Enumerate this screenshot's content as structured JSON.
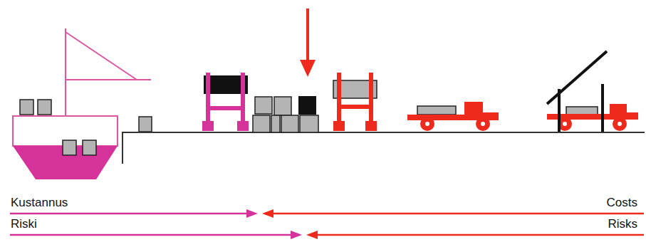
{
  "diagram": {
    "labels": [
      "Kustannus",
      "Costs",
      "Riski",
      "Risks"
    ]
  }
}
